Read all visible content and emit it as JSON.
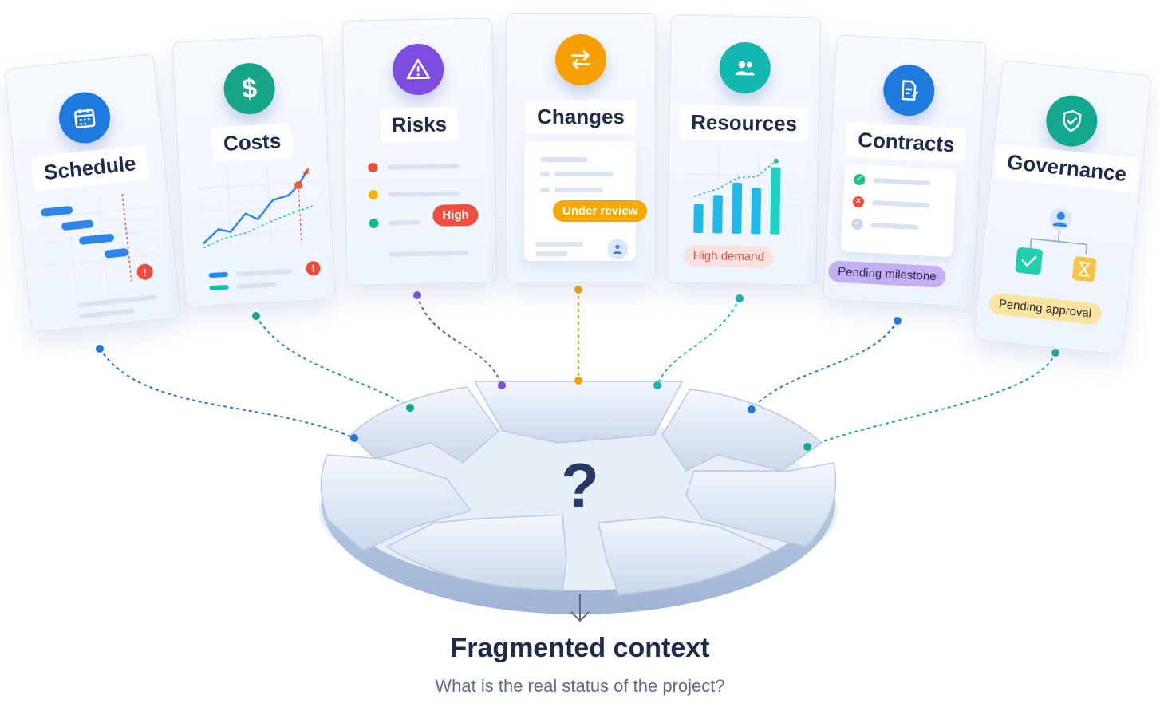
{
  "cards": [
    {
      "id": "schedule",
      "title": "Schedule",
      "icon": "calendar-icon",
      "color": "#1f7ae0"
    },
    {
      "id": "costs",
      "title": "Costs",
      "icon": "dollar-icon",
      "color": "#17a58a"
    },
    {
      "id": "risks",
      "title": "Risks",
      "icon": "warning-icon",
      "color": "#7c4de0",
      "badge": "High"
    },
    {
      "id": "changes",
      "title": "Changes",
      "icon": "swap-arrows-icon",
      "color": "#f5a000",
      "badge": "Under review"
    },
    {
      "id": "resources",
      "title": "Resources",
      "icon": "people-icon",
      "color": "#12b7b0",
      "badge": "High demand"
    },
    {
      "id": "contracts",
      "title": "Contracts",
      "icon": "document-edit-icon",
      "color": "#1f7ae0",
      "badge": "Pending milestone"
    },
    {
      "id": "governance",
      "title": "Governance",
      "icon": "shield-check-icon",
      "color": "#14a88e",
      "badge": "Pending approval"
    }
  ],
  "center_symbol": "?",
  "arrow_icon": "arrow-down-icon",
  "caption": {
    "title": "Fragmented context",
    "subtitle": "What is the real status of the project?"
  },
  "colors": {
    "badge_high": "#f04e3e",
    "badge_review": "#f5a800",
    "badge_demand_bg": "#fde1e1",
    "badge_demand_fg": "#e0524d",
    "badge_milestone": "#c4aef5",
    "badge_approval": "#fbe3a0"
  }
}
